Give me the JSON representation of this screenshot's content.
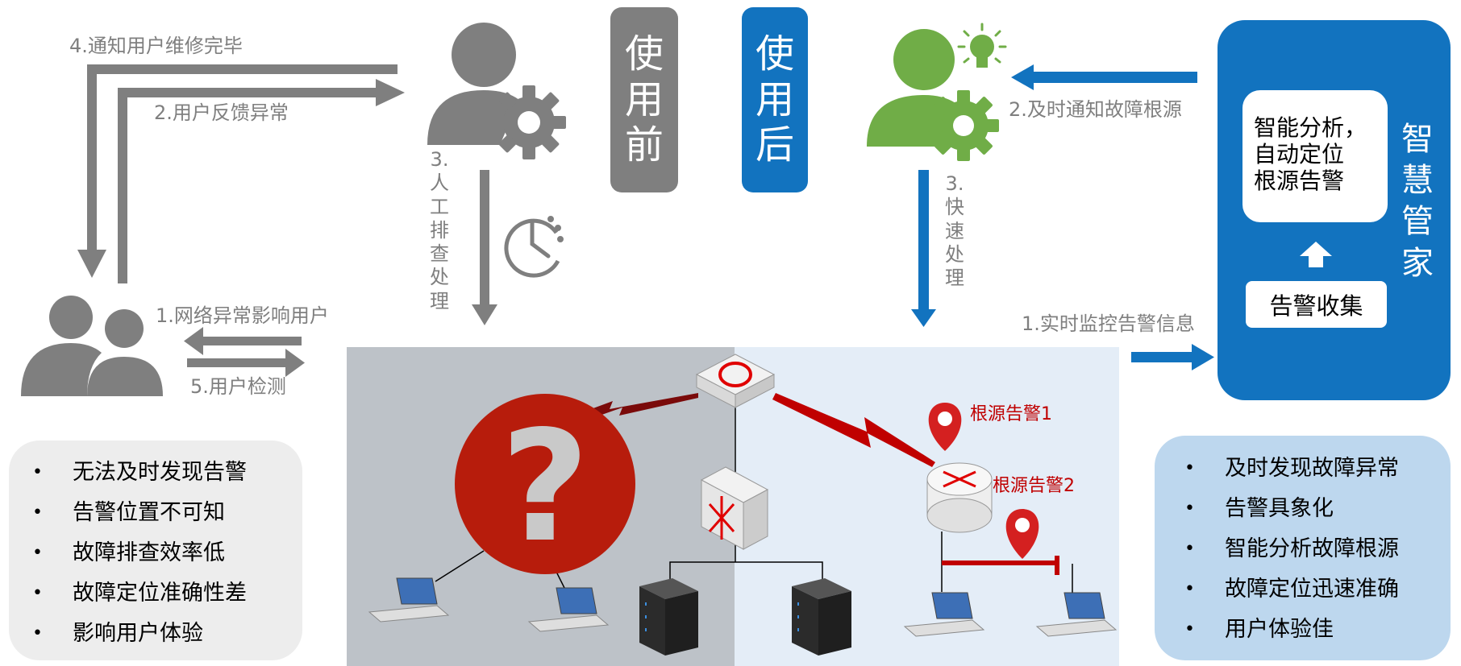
{
  "before_label": [
    "使",
    "用",
    "前"
  ],
  "after_label": [
    "使",
    "用",
    "后"
  ],
  "before_flow": {
    "notify_done": "4.通知用户维修完毕",
    "user_feedback": "2.用户反馈异常",
    "network_issue": "1.网络异常影响用户",
    "user_check": "5.用户检测",
    "manual_step": [
      "3.",
      "人",
      "工",
      "排",
      "查",
      "处",
      "理"
    ]
  },
  "after_flow": {
    "notify_root": "2.及时通知故障根源",
    "fast_step": [
      "3.",
      "快",
      "速",
      "处",
      "理"
    ],
    "monitor": "1.实时监控告警信息"
  },
  "expert": {
    "title": [
      "智",
      "慧",
      "管",
      "家"
    ],
    "analysis": [
      "智能分析，",
      "自动定位",
      "根源告警"
    ],
    "collect": "告警收集"
  },
  "alarms": {
    "root1": "根源告警1",
    "root2": "根源告警2"
  },
  "cons": [
    "无法及时发现告警",
    "告警位置不可知",
    "故障排查效率低",
    "故障定位准确性差",
    "影响用户体验"
  ],
  "pros": [
    "及时发现故障异常",
    "告警具象化",
    "智能分析故障根源",
    "故障定位迅速准确",
    "用户体验佳"
  ],
  "colors": {
    "gray": "#7f7f7f",
    "blue": "#1273bf",
    "green": "#70ad47",
    "red": "#c00000",
    "cons_bg": "#ededed",
    "pros_bg": "#bdd7ee"
  }
}
